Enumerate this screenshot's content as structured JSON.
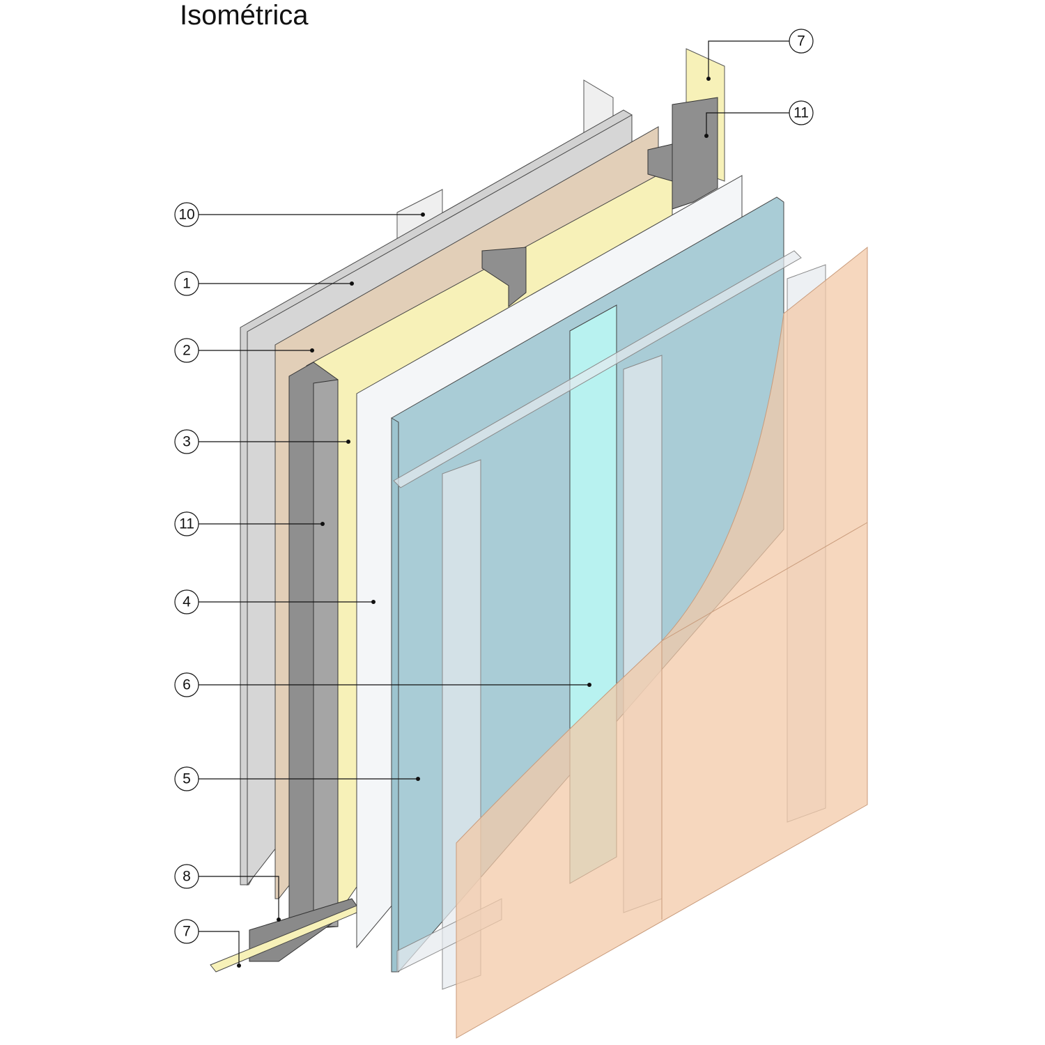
{
  "title": "Isométrica",
  "callouts": {
    "c7_top": "7",
    "c11_top": "11",
    "c10": "10",
    "c1": "1",
    "c2": "2",
    "c3": "3",
    "c11": "11",
    "c4": "4",
    "c6": "6",
    "c5": "5",
    "c8": "8",
    "c7": "7"
  },
  "colors": {
    "gypsum": "#d2d2d2",
    "kraft": "#e2cfb8",
    "insulation": "#f7f1b8",
    "membrane": "#f4f6f8",
    "board": "#a9ccd6",
    "strip": "#b8f2f0",
    "cladding": "#f3c9a8",
    "stud": "#8f8f8f"
  }
}
